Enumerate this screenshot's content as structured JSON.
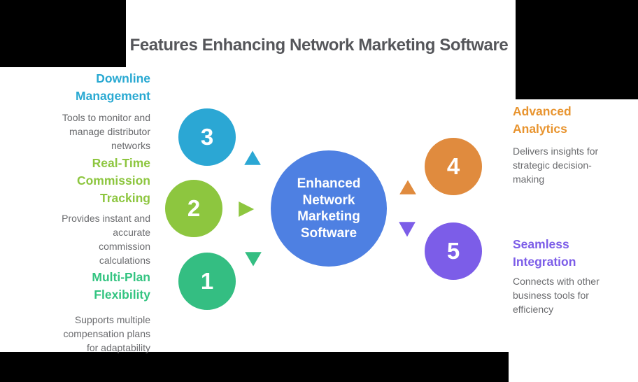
{
  "title": "Features Enhancing Network Marketing Software",
  "title_color": "#55565A",
  "description_color": "#6A6B6E",
  "center_node": {
    "label": "Enhanced\nNetwork\nMarketing\nSoftware",
    "color": "#4E80E2"
  },
  "features": {
    "downline": {
      "number": "3",
      "label": "Downline\nManagement",
      "description": "Tools to monitor and\nmanage distributor\nnetworks",
      "accent_color": "#29A9D2",
      "arrow_direction": "up"
    },
    "realtime": {
      "number": "2",
      "label": "Real-Time\nCommission\nTracking",
      "description": "Provides instant and\naccurate\ncommission\ncalculations",
      "accent_color": "#8DC63F",
      "arrow_direction": "right"
    },
    "multiplan": {
      "number": "1",
      "label": "Multi-Plan\nFlexibility",
      "description": "Supports multiple\ncompensation plans\nfor adaptability",
      "accent_color": "#33C481",
      "arrow_direction": "down"
    },
    "analytics": {
      "number": "4",
      "label": "Advanced\nAnalytics",
      "description": "Delivers insights for\nstrategic decision-\nmaking",
      "accent_color": "#E8942F",
      "arrow_direction": "up"
    },
    "integration": {
      "number": "5",
      "label": "Seamless\nIntegration",
      "description": "Connects with other\nbusiness tools for\nefficiency",
      "accent_color": "#7C5DE8",
      "arrow_direction": "down"
    }
  }
}
